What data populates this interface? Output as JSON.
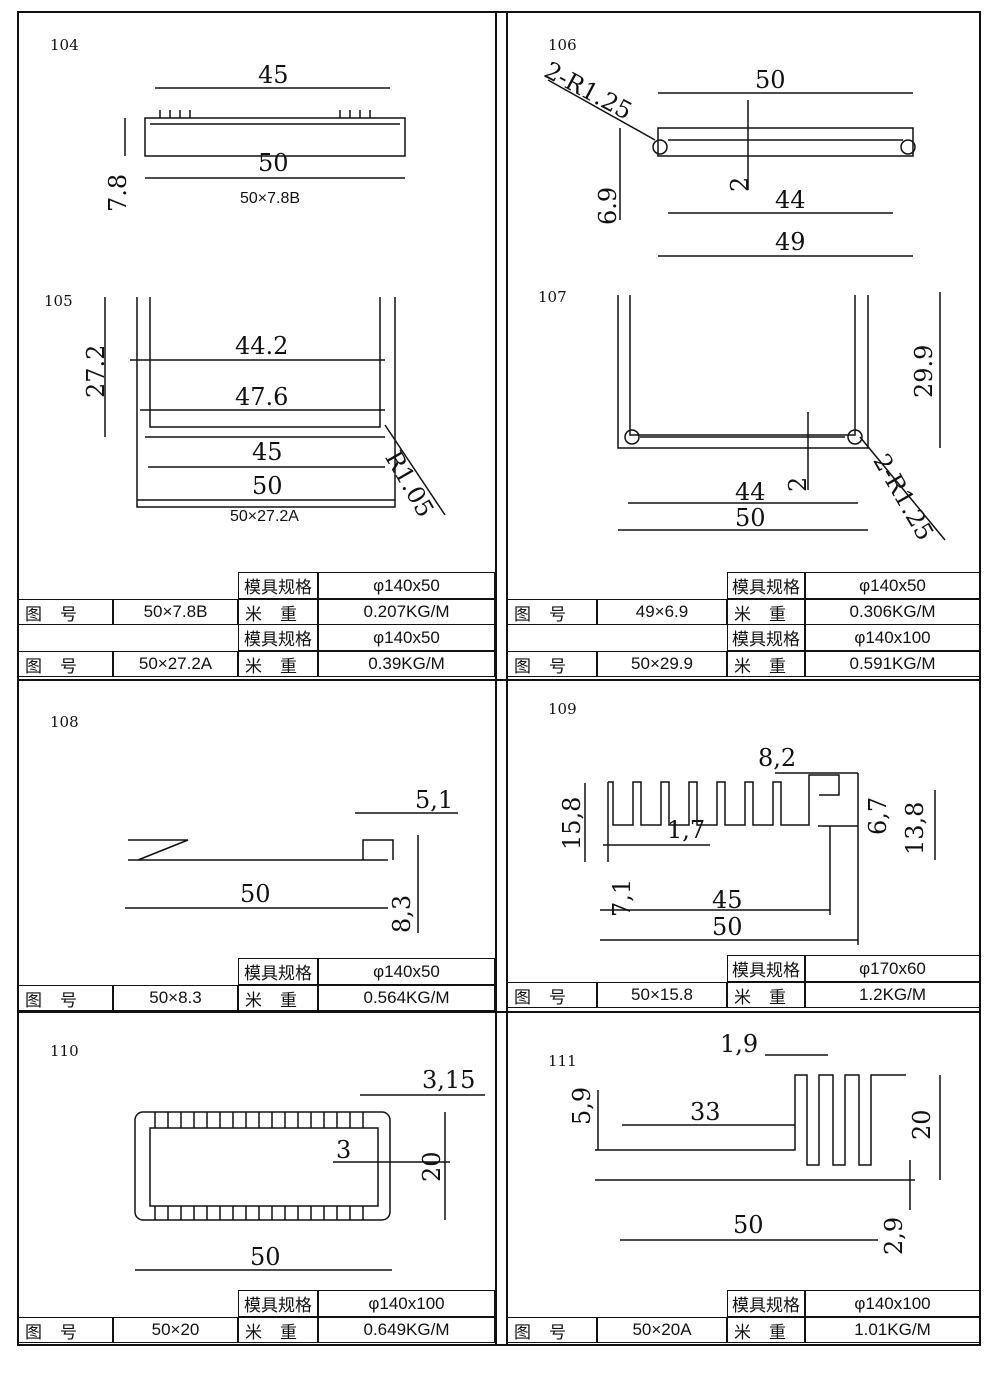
{
  "figures": {
    "f104": {
      "number": "104",
      "caption": "50×7.8B",
      "dims": [
        "45",
        "50",
        "7.8"
      ]
    },
    "f105": {
      "number": "105",
      "caption": "50×27.2A",
      "dims": [
        "27.2",
        "44.2",
        "47.6",
        "45",
        "50",
        "R1.05"
      ]
    },
    "f106": {
      "number": "106",
      "dims": [
        "2-R1.25",
        "50",
        "2",
        "6.9",
        "44",
        "49"
      ]
    },
    "f107": {
      "number": "107",
      "dims": [
        "29.9",
        "2",
        "44",
        "50",
        "2-R1.25"
      ]
    },
    "f108": {
      "number": "108",
      "dims": [
        "5,1",
        "50",
        "8,3"
      ]
    },
    "f109": {
      "number": "109",
      "dims": [
        "8,2",
        "15,8",
        "1,7",
        "6,7",
        "13,8",
        "7,1",
        "45",
        "50"
      ]
    },
    "f110": {
      "number": "110",
      "dims": [
        "3,15",
        "3",
        "20",
        "50"
      ]
    },
    "f111": {
      "number": "111",
      "dims": [
        "1,9",
        "5,9",
        "33",
        "20",
        "50",
        "2,9"
      ]
    }
  },
  "labels": {
    "mold": "模具规格",
    "code": "图号",
    "weight": "米重"
  },
  "tables": [
    {
      "mold": "φ140x50",
      "code": "50×7.8B",
      "weight": "0.207KG/M"
    },
    {
      "mold": "φ140x50",
      "code": "50×27.2A",
      "weight": "0.39KG/M"
    },
    {
      "mold": "φ140x50",
      "code": "49×6.9",
      "weight": "0.306KG/M"
    },
    {
      "mold": "φ140x100",
      "code": "50×29.9",
      "weight": "0.591KG/M"
    },
    {
      "mold": "φ140x50",
      "code": "50×8.3",
      "weight": "0.564KG/M"
    },
    {
      "mold": "φ170x60",
      "code": "50×15.8",
      "weight": "1.2KG/M"
    },
    {
      "mold": "φ140x100",
      "code": "50×20",
      "weight": "0.649KG/M"
    },
    {
      "mold": "φ140x100",
      "code": "50×20A",
      "weight": "1.01KG/M"
    }
  ]
}
